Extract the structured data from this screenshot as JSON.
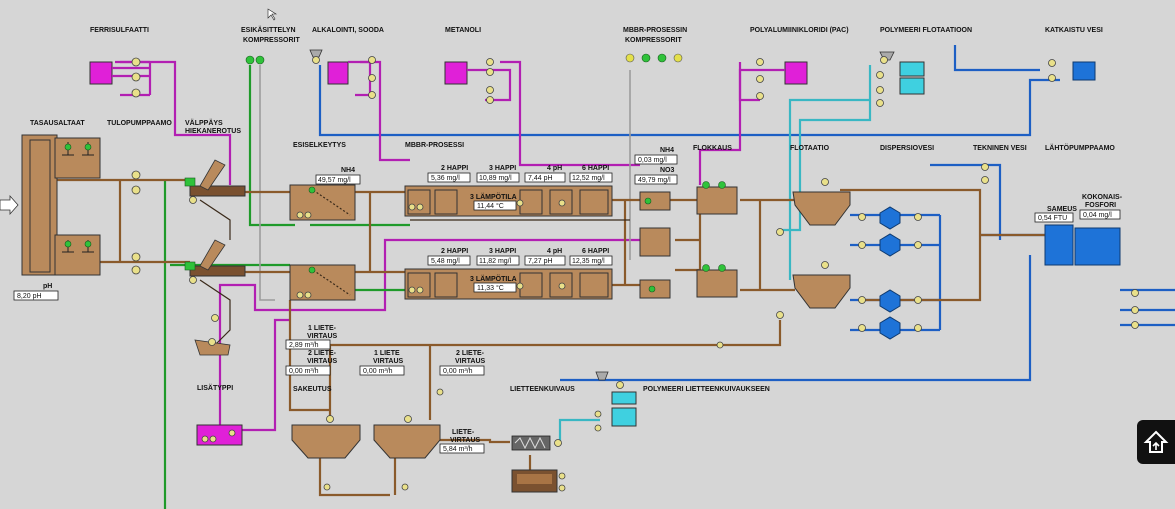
{
  "labels": {
    "ferrisulfaatti": "FERRISULFAATTI",
    "esikasitelty_1": "ESIKÄSITTELYN",
    "esikasitelty_2": "KOMPRESSORIT",
    "alkalointi": "ALKALOINTI, SOODA",
    "metanoli": "METANOLI",
    "mbbr_komp_1": "MBBR-PROSESSIN",
    "mbbr_komp_2": "KOMPRESSORIT",
    "pac": "POLYALUMIINIKLORIDI (PAC)",
    "polymeeri_flot": "POLYMEERI FLOTAATIOON",
    "katkaistu": "KATKAISTU VESI",
    "tasausaltaat": "TASAUSALTAAT",
    "tulopumppaamo": "TULOPUMPPAAMO",
    "valppays_1": "VÄLPPÄYS",
    "valppays_2": "HIEKANEROTUS",
    "esiselkeytys": "ESISELKEYTYS",
    "mbbr_prosessi": "MBBR-PROSESSI",
    "nh4_a": "NH4",
    "nh4_b": "NH4",
    "no3": "NO3",
    "flokkaus": "FLOKKAUS",
    "flotaatio": "FLOTAATIO",
    "dispersiovesi": "DISPERSIOVESI",
    "tekninen": "TEKNINEN VESI",
    "lahtopumppaamo": "LÄHTÖPUMPPAAMO",
    "ph_label": "pH",
    "sameus": "SAMEUS",
    "kokonaisfosfori_1": "KOKONAIS-",
    "kokonaisfosfori_2": "FOSFORI",
    "lisatyppi": "LISÄTYPPI",
    "sakeutus": "SAKEUTUS",
    "lietteenkuivaus": "LIETTEENKUIVAUS",
    "polymeeri_liete": "POLYMEERI LIETTEENKUIVAUKSEEN",
    "happi2_a": "2 HAPPI",
    "happi3_a": "3 HAPPI",
    "ph4_a": "4 pH",
    "happi6_a": "6 HAPPI",
    "lampotila_a": "3 LÄMPÖTILA",
    "happi2_b": "2 HAPPI",
    "happi3_b": "3 HAPPI",
    "ph4_b": "4 pH",
    "happi6_b": "6 HAPPI",
    "lampotila_b": "3 LÄMPÖTILA",
    "liete1_1": "1 LIETE-",
    "liete1_2": "VIRTAUS",
    "liete2_1": "2 LIETE-",
    "liete2_2": "VIRTAUS",
    "liete3_1": "1 LIETE",
    "liete3_2": "VIRTAUS",
    "liete4_1": "2 LIETE-",
    "liete4_2": "VIRTAUS",
    "liete5_1": "LIETE-",
    "liete5_2": "VIRTAUS"
  },
  "values": {
    "ph_in": "8,20 pH",
    "nh4_esisel": "49,57 mg/l",
    "nh4_out": "0,03 mg/l",
    "no3_out": "49,79 mg/l",
    "happi2_a": "5,36 mg/l",
    "happi3_a": "10,89 mg/l",
    "ph4_a": "7,44 pH",
    "happi6_a": "12,52 mg/l",
    "lampotila_a": "11,44 °C",
    "happi2_b": "5,48 mg/l",
    "happi3_b": "11,82 mg/l",
    "ph4_b": "7,27 pH",
    "happi6_b": "12,35 mg/l",
    "lampotila_b": "11,33 °C",
    "sameus": "0,54 FTU",
    "kokonaisfosfori": "0,04 mg/l",
    "liete1": "2,89 m³/h",
    "liete2": "0,00 m³/h",
    "liete3": "0,00 m³/h",
    "liete4": "0,00 m³/h",
    "liete5": "5,84 m³/h"
  },
  "icons": {
    "home": "home-arrow-icon",
    "pump": "pump-icon",
    "mixer": "mixer-icon",
    "screw": "screw-press-icon"
  },
  "colors": {
    "sludge_pipe": "#8a5a2b",
    "chemical_pipe": "#b21fb2",
    "water_pipe": "#1d5fc4",
    "polymer_pipe": "#39b7c3",
    "air_pipe": "#1f9a2a",
    "tank": "#b98a5c",
    "chem_tank": "#e020d8",
    "clean_tank": "#1e73d8"
  }
}
